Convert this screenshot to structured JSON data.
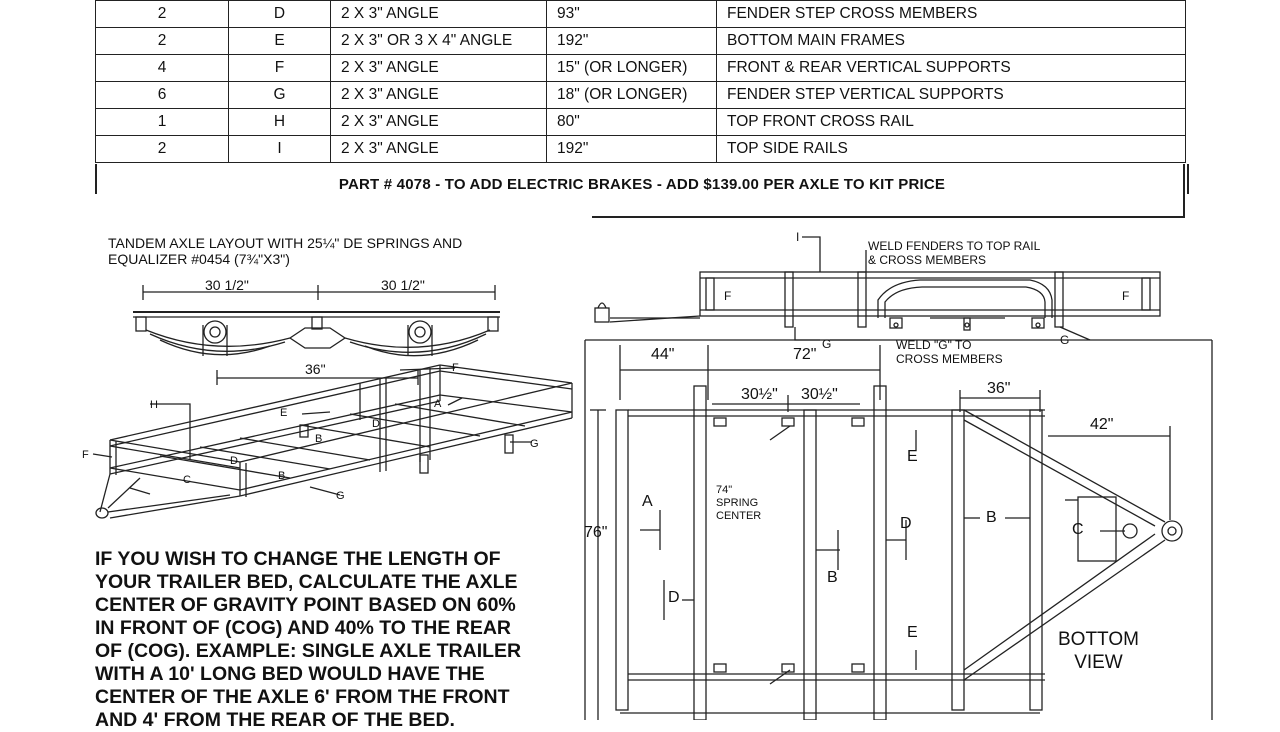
{
  "parts_table": {
    "rows": [
      {
        "qty": "2",
        "part": "D",
        "material": "2 X 3\" ANGLE",
        "length": "93\"",
        "description": "FENDER STEP CROSS MEMBERS"
      },
      {
        "qty": "2",
        "part": "E",
        "material": "2 X 3\" OR 3 X 4\" ANGLE",
        "length": "192\"",
        "description": "BOTTOM MAIN FRAMES"
      },
      {
        "qty": "4",
        "part": "F",
        "material": "2 X 3\" ANGLE",
        "length": "15\" (OR LONGER)",
        "description": "FRONT & REAR VERTICAL SUPPORTS"
      },
      {
        "qty": "6",
        "part": "G",
        "material": "2 X 3\" ANGLE",
        "length": "18\" (OR LONGER)",
        "description": "FENDER STEP VERTICAL SUPPORTS"
      },
      {
        "qty": "1",
        "part": "H",
        "material": "2 X 3\" ANGLE",
        "length": "80\"",
        "description": "TOP FRONT CROSS RAIL"
      },
      {
        "qty": "2",
        "part": "I",
        "material": "2 X 3\" ANGLE",
        "length": "192\"",
        "description": "TOP SIDE RAILS"
      }
    ]
  },
  "brakes_note": "PART # 4078 - TO ADD ELECTRIC BRAKES - ADD $139.00 PER AXLE TO KIT PRICE",
  "tandem": {
    "caption_line1": "TANDEM AXLE LAYOUT WITH 25¼\" DE SPRINGS AND",
    "caption_line2": "EQUALIZER #0454 (7¾\"X3\")",
    "dim_left": "30 1/2\"",
    "dim_right": "30 1/2\"",
    "dim_bottom": "36\""
  },
  "iso_labels": {
    "h": "H",
    "f_left": "F",
    "f_top": "F",
    "e": "E",
    "a": "A",
    "b_top": "B",
    "d_mid": "D",
    "g_right": "G",
    "d_left": "D",
    "b_bottom": "B",
    "c": "C",
    "g_bottom": "G"
  },
  "side_view": {
    "label_i": "I",
    "weld_fenders_line1": "WELD FENDERS TO TOP RAIL",
    "weld_fenders_line2": "& CROSS MEMBERS",
    "f_left": "F",
    "f_right": "F",
    "g_left": "G",
    "g_right": "G",
    "weld_g_line1": "WELD \"G\" TO",
    "weld_g_line2": "CROSS MEMBERS"
  },
  "bottom_plan": {
    "dim_44": "44\"",
    "dim_72": "72\"",
    "dim_30a": "30½\"",
    "dim_30b": "30½\"",
    "dim_36": "36\"",
    "dim_42": "42\"",
    "dim_76": "76\"",
    "label_a": "A",
    "label_d_left": "D",
    "label_b_mid": "B",
    "label_d_right": "D",
    "label_e_top": "E",
    "label_e_bottom": "E",
    "label_b_right": "B",
    "label_c": "C",
    "spring_line1": "74\"",
    "spring_line2": "SPRING",
    "spring_line3": "CENTER",
    "bottom_line1": "BOTTOM",
    "bottom_line2": "VIEW"
  },
  "cog_note": [
    "IF YOU WISH TO CHANGE THE LENGTH OF",
    "YOUR TRAILER BED, CALCULATE THE AXLE",
    "CENTER OF GRAVITY POINT BASED ON 60%",
    "IN FRONT OF (COG) AND 40% TO THE REAR",
    "OF (COG).  EXAMPLE: SINGLE AXLE TRAILER",
    "WITH A 10' LONG BED WOULD HAVE THE",
    "CENTER OF THE AXLE 6' FROM THE FRONT",
    "AND 4' FROM THE REAR OF THE BED."
  ]
}
